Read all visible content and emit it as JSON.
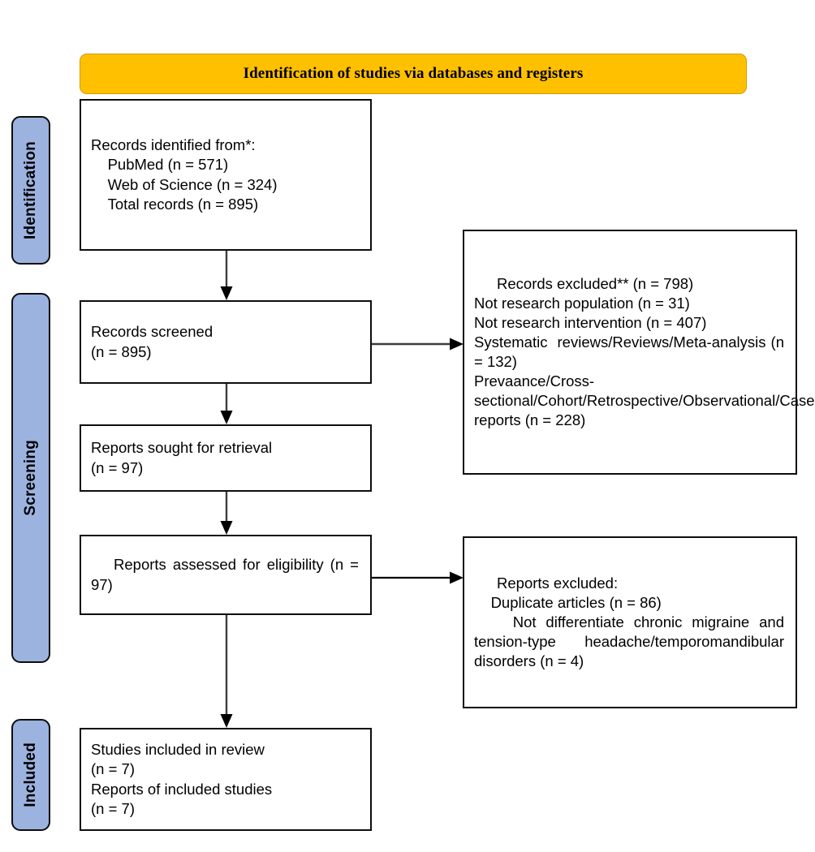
{
  "diagram": {
    "title": "PRISMA flow diagram",
    "colors": {
      "banner_fill": "#FFC000",
      "rail_fill": "#9CB3E0",
      "box_border": "#0d0d0d",
      "box_fill": "#FFFFFF",
      "text": "#000000"
    }
  },
  "banner": {
    "label": "Identification of studies via databases and registers"
  },
  "rails": [
    {
      "key": "identification",
      "label": "Identification"
    },
    {
      "key": "screening",
      "label": "Screening"
    },
    {
      "key": "included",
      "label": "Included"
    }
  ],
  "boxes": {
    "records_identified": {
      "name": "Records identified from*",
      "text": "Records identified from*:\n    PubMed (n = 571)\n    Web of Science (n = 324)\n    Total records (n = 895)",
      "sources": [
        {
          "label": "PubMed",
          "n": 571
        },
        {
          "label": "Web of Science",
          "n": 324
        },
        {
          "label": "Total records",
          "n": 895
        }
      ]
    },
    "records_screened": {
      "name": "Records screened",
      "text": "Records screened\n(n = 895)",
      "n": 895
    },
    "records_excluded": {
      "name": "Records excluded**",
      "text": "Records excluded** (n = 798)\nNot research population (n = 31)\nNot research intervention (n = 407)\nSystematic  reviews/Reviews/Meta-analysis (n = 132)\nPrevaance/Cross-sectional/Cohort/Retrospective/Observational/Case reports (n = 228)",
      "total_n": 798,
      "reasons": [
        {
          "label": "Not research population",
          "n": 31
        },
        {
          "label": "Not research intervention",
          "n": 407
        },
        {
          "label": "Systematic  reviews/Reviews/Meta-analysis",
          "n": 132
        },
        {
          "label": "Prevaance/Cross-sectional/Cohort/Retrospective/Observational/Case reports",
          "n": 228
        }
      ]
    },
    "reports_sought": {
      "name": "Reports sought for retrieval",
      "text": "Reports sought for retrieval\n(n = 97)",
      "n": 97
    },
    "reports_assessed": {
      "name": "Reports assessed for eligibility",
      "text": "Reports assessed for eligibility (n = 97)",
      "n": 97
    },
    "reports_excluded": {
      "name": "Reports excluded",
      "text": "Reports excluded:\n    Duplicate articles (n = 86)\n    Not differentiate chronic migraine and tension-type headache/temporomandibular disorders (n = 4)",
      "line_1": "Reports excluded:",
      "line_2": "Duplicate articles (n = 86)",
      "line_3": "Not differentiate chronic migraine and tension-type headache/temporomandibular disorders (n = 4)",
      "reasons": [
        {
          "label": "Duplicate articles",
          "n": 86
        },
        {
          "label": "Not differentiate chronic migraine and tension-type headache/temporomandibular disorders",
          "n": 4
        }
      ]
    },
    "studies_included": {
      "name": "Studies included in review",
      "text": "Studies included in review\n(n = 7)\nReports of included studies\n(n = 7)",
      "studies_n": 7,
      "reports_n": 7
    }
  }
}
